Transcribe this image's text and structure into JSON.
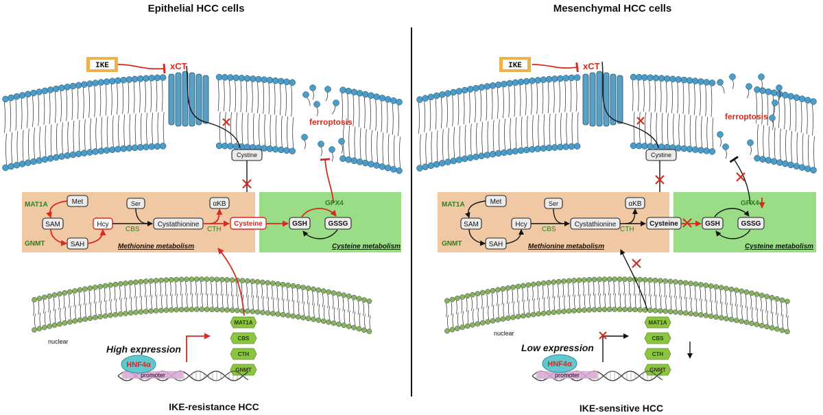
{
  "left_panel": {
    "title": "Epithelial  HCC cells",
    "bottom_label": "IKE-resistance HCC",
    "drug": "IKE",
    "transporter": "xCT",
    "ferroptosis": "ferroptosis",
    "cystine": "Cystine",
    "met_box": {
      "enzymes": [
        "MAT1A",
        "GNMT",
        "CBS",
        "CTH"
      ],
      "nodes": [
        "Met",
        "SAM",
        "SAH",
        "Hcy",
        "Ser",
        "Cystathionine",
        "αKB",
        "Cysteine"
      ],
      "label": "Methionine metabolism"
    },
    "cys_box": {
      "nodes": [
        "GSH",
        "GSSG"
      ],
      "enzyme": "GPX4",
      "label": "Cysteine metabolism"
    },
    "nuclear": "nuclear",
    "expression": "High expression",
    "tf": "HNF4α",
    "promoter": "promoter",
    "genes": [
      "MAT1A",
      "CBS",
      "CTH",
      "GNMT"
    ]
  },
  "right_panel": {
    "title": "Mesenchymal HCC cells",
    "bottom_label": "IKE-sensitive HCC",
    "drug": "IKE",
    "transporter": "xCT",
    "ferroptosis": "ferroptosis",
    "cystine": "Cystine",
    "met_box": {
      "enzymes": [
        "MAT1A",
        "GNMT",
        "CBS",
        "CTH"
      ],
      "nodes": [
        "Met",
        "SAM",
        "SAH",
        "Hcy",
        "Ser",
        "Cystathionine",
        "αKB",
        "Cysteine"
      ],
      "label": "Methionine metabolism"
    },
    "cys_box": {
      "nodes": [
        "GSH",
        "GSSG"
      ],
      "enzyme": "GPX4",
      "label": "Cysteine metabolism"
    },
    "nuclear": "nuclear",
    "expression": "Low expression",
    "tf": "HNF4α",
    "promoter": "promoter",
    "genes": [
      "MAT1A",
      "CBS",
      "CTH",
      "GNMT"
    ]
  },
  "colors": {
    "membrane_head_outer": "#4a9cc9",
    "membrane_head_nuclear": "#8db35a",
    "methionine_box": "#f0c9a4",
    "cysteine_box": "#9bdc86",
    "transporter": "#5aa0c5",
    "drug_box": "#f0b04a",
    "red": "#d62a1e",
    "enzyme_green": "#2f7d1f",
    "gene_block": "#8cc63f",
    "tf_fill": "#63c7cf",
    "promoter": "#d9a6d6"
  },
  "icons": {
    "inhibition_mark": "red-x-icon",
    "down_arrow": "down-arrow-icon"
  }
}
